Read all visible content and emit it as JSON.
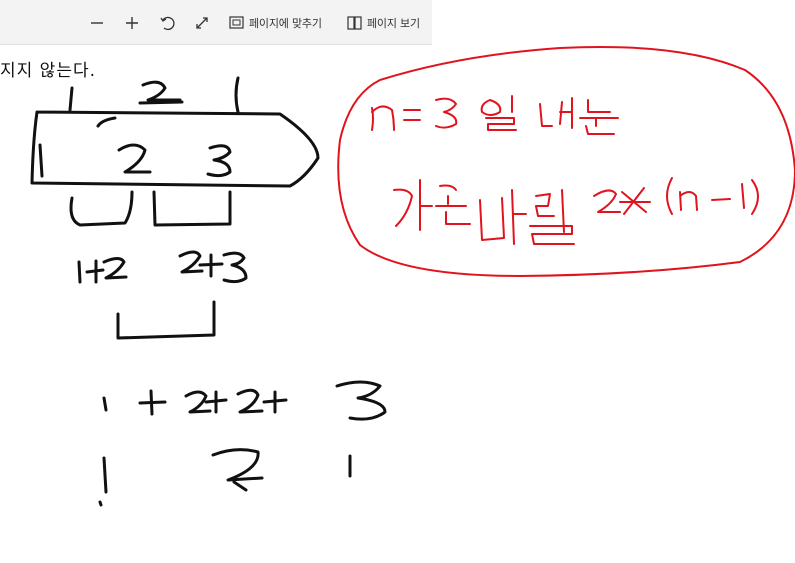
{
  "toolbar": {
    "zoom_out_icon": "minus-icon",
    "zoom_in_icon": "plus-icon",
    "rotate_icon": "rotate-icon",
    "fullscreen_icon": "expand-icon",
    "fit_page_label": "페이지에 맞추기",
    "page_view_label": "페이지 보기"
  },
  "document": {
    "text_line": "지지 않는다."
  },
  "colors": {
    "ink": "#111111",
    "annotation": "#e0141e",
    "toolbar_bg": "#f3f3f3"
  }
}
